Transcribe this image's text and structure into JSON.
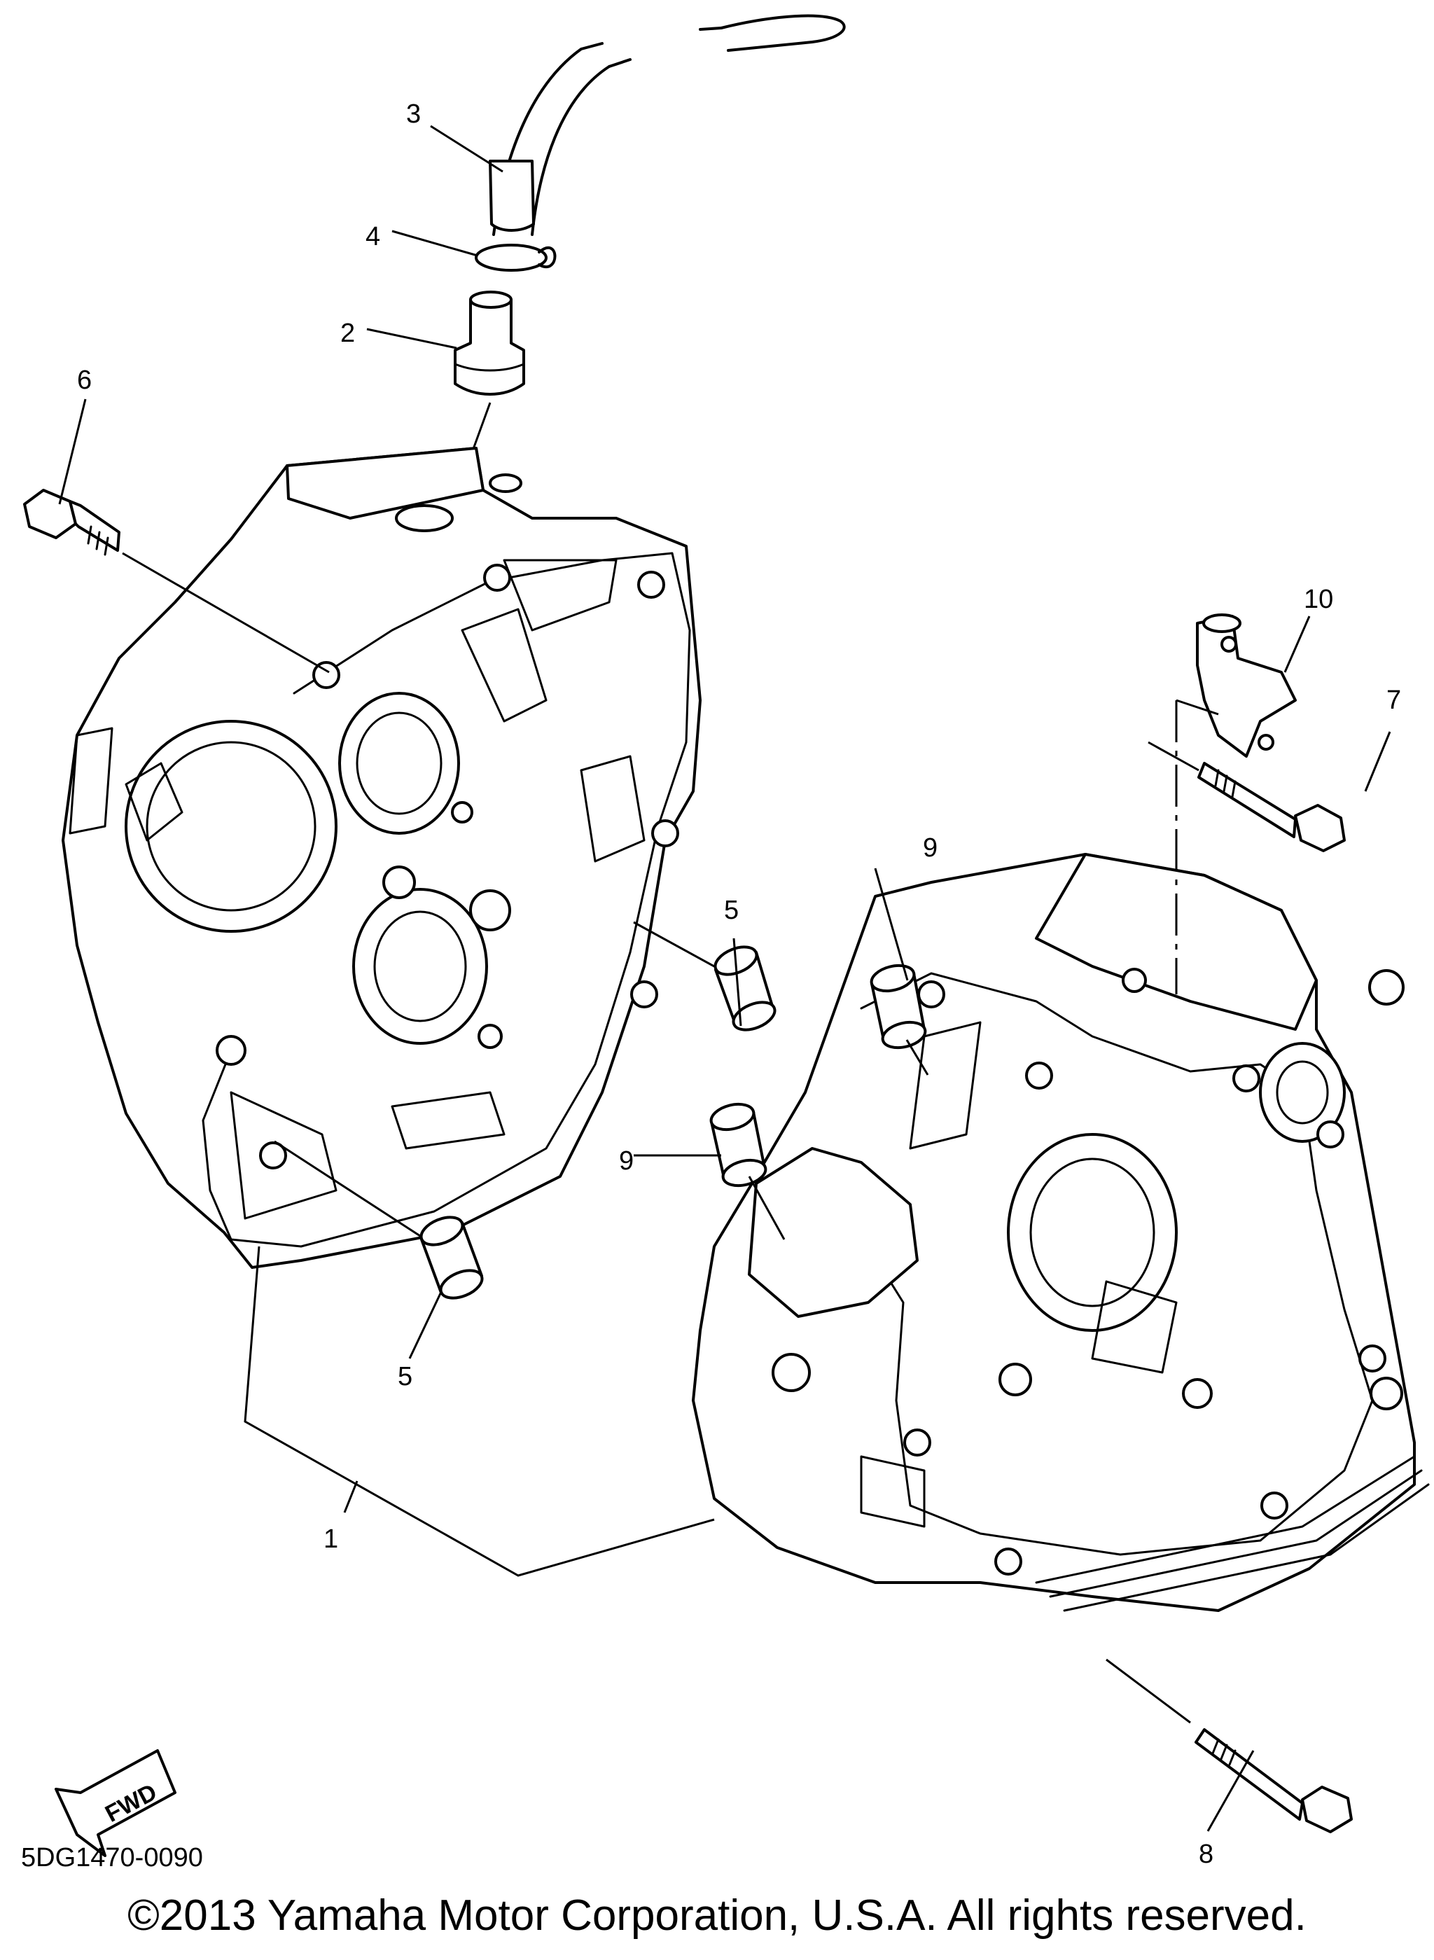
{
  "callouts": {
    "c1": "1",
    "c2": "2",
    "c3": "3",
    "c4": "4",
    "c5a": "5",
    "c5b": "5",
    "c6": "6",
    "c7": "7",
    "c8": "8",
    "c9a": "9",
    "c9b": "9",
    "c10": "10"
  },
  "fwd_label": "FWD",
  "part_code": "5DG1470-0090",
  "copyright": "©2013 Yamaha Motor Corporation, U.S.A. All rights reserved."
}
